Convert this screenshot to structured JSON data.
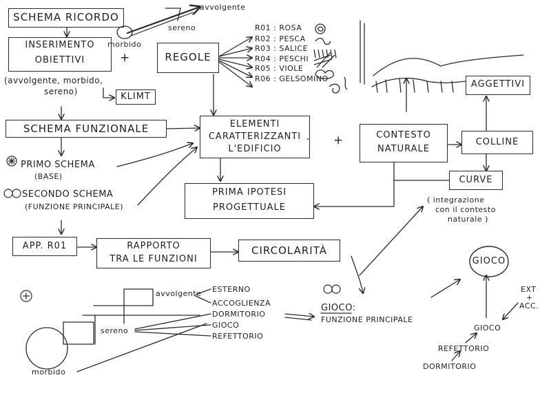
{
  "boxes": {
    "schema_ricordo": "SCHEMA RICORDO",
    "inserimento_1": "INSERIMENTO",
    "inserimento_2": "OBIETTIVI",
    "regole": "REGOLE",
    "klimt": "KLIMT",
    "schema_funzionale": "SCHEMA FUNZIONALE",
    "elementi_1": "ELEMENTI",
    "elementi_2": "CARATTERIZZANTI",
    "elementi_3": "L'EDIFICIO",
    "contesto_1": "CONTESTO",
    "contesto_2": "NATURALE",
    "aggettivi": "AGGETTIVI",
    "colline": "COLLINE",
    "curve": "CURVE",
    "prima_1": "PRIMA IPOTESI",
    "prima_2": "PROGETTUALE",
    "app_r01": "APP. R01",
    "rapporto_1": "RAPPORTO",
    "rapporto_2": "TRA LE FUNZIONI",
    "circolarita": "CIRCOLARITÀ",
    "gioco_circle": "GIOCO"
  },
  "labels": {
    "avvolgente_top": "avvolgente",
    "sereno_top": "sereno",
    "morbido_top": "morbido",
    "plus_1": "+",
    "plus_2": "+",
    "adjectives_1": "(avvolgente, morbido,",
    "adjectives_2": "sereno)",
    "primo_schema_1": "PRIMO SCHEMA",
    "primo_schema_2": "(BASE)",
    "secondo_schema_1": "SECONDO SCHEMA",
    "secondo_schema_2": "(FUNZIONE PRINCIPALE)",
    "integrazione_1": "( integrazione",
    "integrazione_2": "con il contesto",
    "integrazione_3": "naturale )",
    "avvolgente_bottom": "avvolgente",
    "sereno_bottom": "sereno",
    "morbido_bottom": "morbido",
    "gioco_main_1": "GIOCO:",
    "gioco_main_2": "FUNZIONE PRINCIPALE",
    "ext_1": "EXT",
    "ext_2": "+",
    "ext_3": "ACC.",
    "gioco_right": "GIOCO",
    "refettorio_right": "REFETTORIO",
    "dormitorio_right": "DORMITORIO"
  },
  "rules": [
    "R01 : ROSA",
    "R02 : PESCA",
    "R03 : SALICE",
    "R04 : PESCHI",
    "R05 : VIOLE",
    "R06 : GELSOMINO"
  ],
  "functions": [
    "ESTERNO",
    "ACCOGLIENZA",
    "DORMITORIO",
    "GIOCO",
    "REFETTORIO"
  ]
}
